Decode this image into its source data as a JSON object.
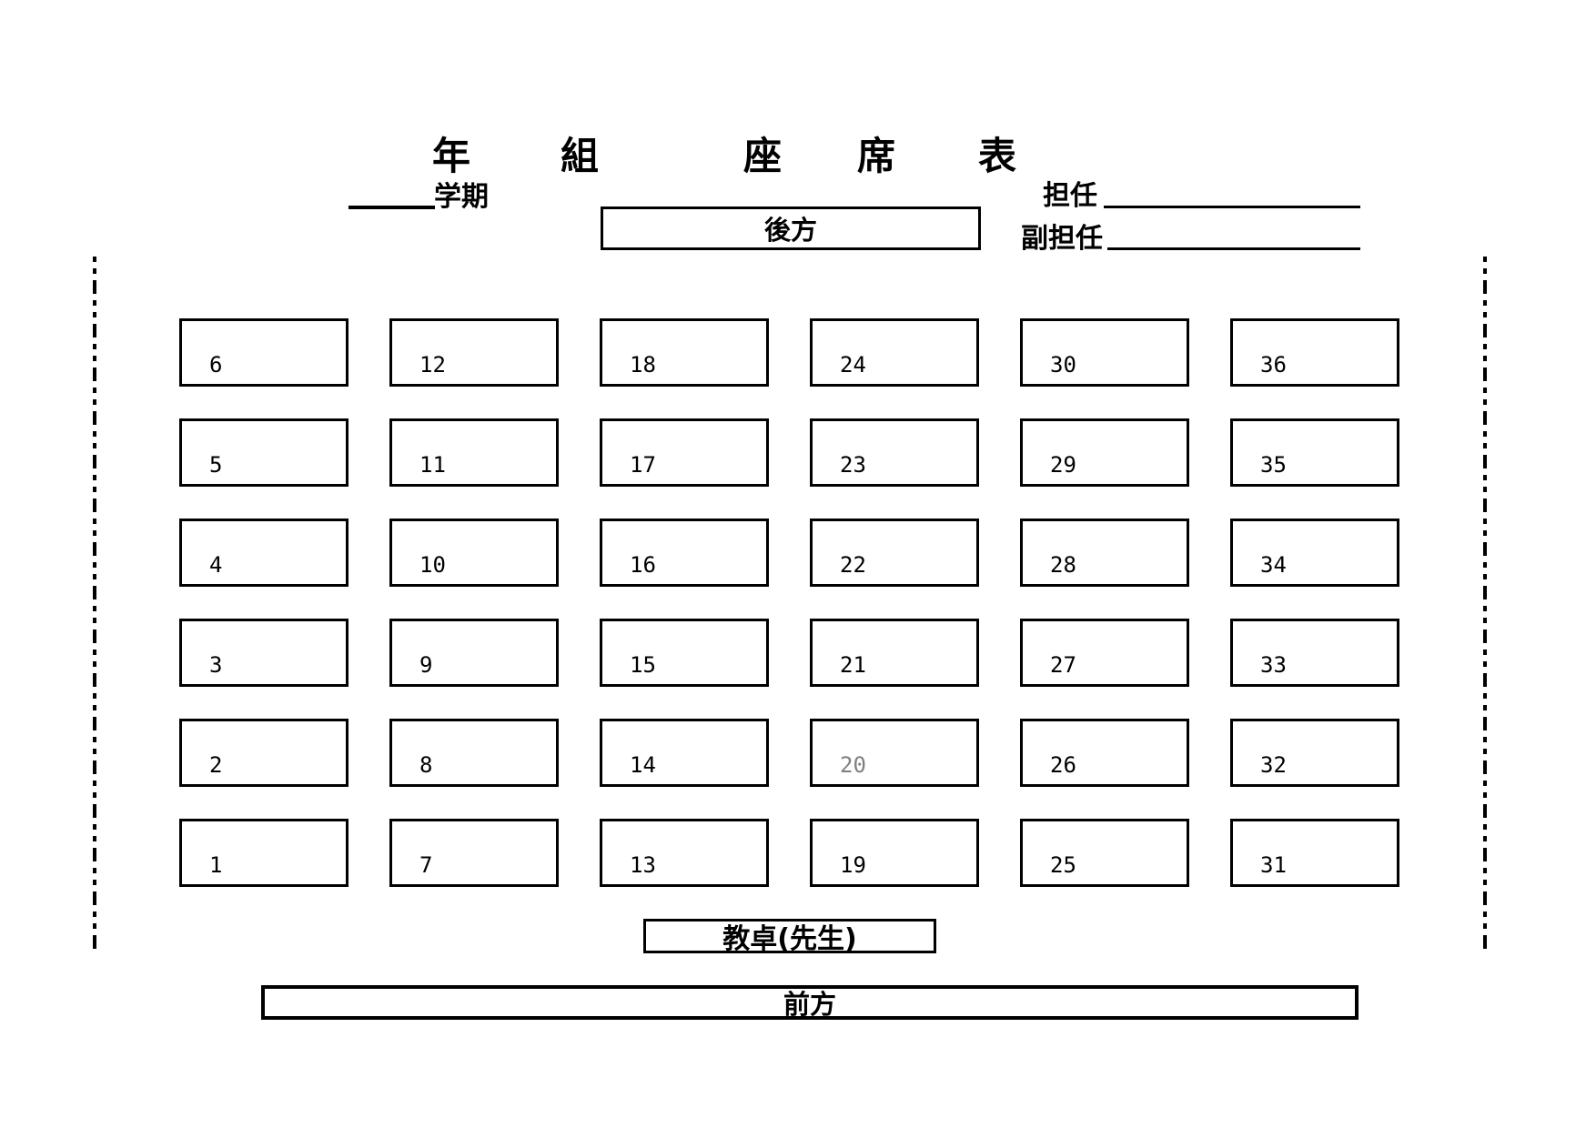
{
  "page": {
    "background": "#ffffff",
    "ink": "#000000"
  },
  "title": {
    "chars": [
      "年",
      "組",
      "座",
      "席",
      "表"
    ]
  },
  "header": {
    "semester": {
      "label": "学期"
    },
    "homeroom": {
      "label": "担任"
    },
    "assistant_homeroom": {
      "label": "副担任"
    },
    "back": {
      "label": "後方"
    }
  },
  "seats": {
    "rows": [
      [
        6,
        12,
        18,
        24,
        30,
        36
      ],
      [
        5,
        11,
        17,
        23,
        29,
        35
      ],
      [
        4,
        10,
        16,
        22,
        28,
        34
      ],
      [
        3,
        9,
        15,
        21,
        27,
        33
      ],
      [
        2,
        8,
        14,
        20,
        26,
        32
      ],
      [
        1,
        7,
        13,
        19,
        25,
        31
      ]
    ],
    "muted_seat": 20,
    "muted_color": "#808080"
  },
  "footer": {
    "teacher_desk": {
      "label": "教卓(先生)"
    },
    "front": {
      "label": "前方"
    }
  }
}
